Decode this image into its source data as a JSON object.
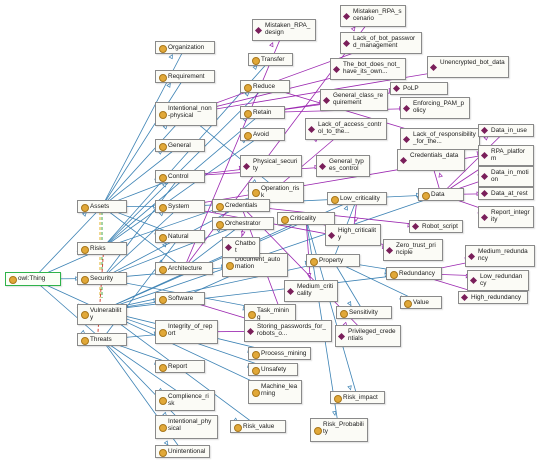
{
  "root": {
    "label": "owl:Thing"
  },
  "classes": [
    "Assets",
    "Risks",
    "Security",
    "Vulnerability",
    "Threats",
    "Organization",
    "Requirement",
    "Intentional_non-physical",
    "General",
    "Control",
    "System",
    "Natural",
    "Architecture",
    "Software",
    "Integrity_of_report",
    "Report",
    "Complience_risk",
    "Intentional_physical",
    "Unintentional",
    "Transfer",
    "Reduce",
    "Retain",
    "Avoid",
    "Operation_risk",
    "Credentials",
    "Orchestrator",
    "Document_automation",
    "Task_mining",
    "Process_mining",
    "Unsafety",
    "Machine_learning",
    "Risk_value",
    "Criticality",
    "Property",
    "Data",
    "Low_criticality",
    "Redundancy",
    "Risk_impact",
    "Risk_Probability",
    "Sensitivity",
    "Value"
  ],
  "individuals": [
    "Mistaken_RPA_scenario",
    "Mistaken_RPA_design",
    "Lack_of_bot_password_management",
    "The_bot_does_not_have_its_own...",
    "Unencrypted_bot_data",
    "General_class_requirement",
    "PoLP",
    "Enforcing_PAM_policy",
    "Lack_of_access_control_to_the...",
    "Lack_of_responsibility_for_the...",
    "Credentials_data",
    "Data_in_use",
    "RPA_platform",
    "Data_in_motion",
    "Data_at_rest",
    "Report_integrity",
    "Physical_security",
    "General_types_control",
    "Robot_script",
    "Chatbot",
    "High_criticality",
    "Zero_trust_principle",
    "Medium_criticality",
    "Medium_redundancy",
    "Low_redundancy",
    "High_redundancy",
    "Storing_passwords_for_robots_o...",
    "Privileged_credentials"
  ],
  "colors": {
    "edge_subclass": "#3c82b4",
    "edge_instance": "#9b27b0",
    "edge_green": "#4aa84a",
    "edge_yellow": "#e0b02a",
    "class_dot": "#e1a838",
    "individual_dot": "#7a1f5a",
    "root_border": "#2fb34a"
  }
}
